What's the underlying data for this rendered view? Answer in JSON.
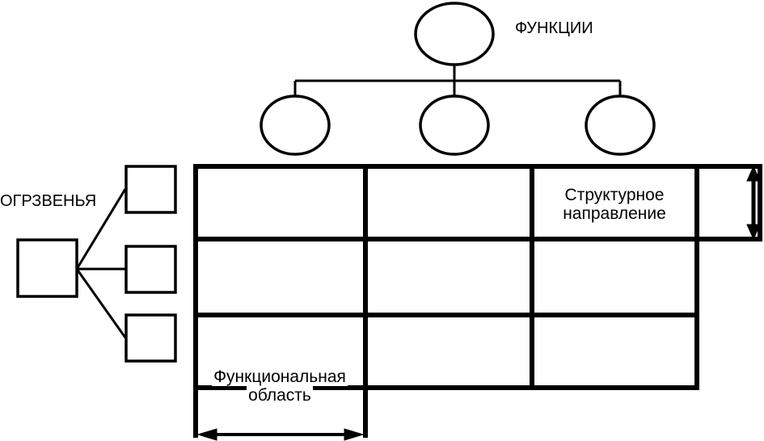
{
  "labels": {
    "functions": "ФУНКЦИИ",
    "org_units": "ОГРЗВЕНЬЯ",
    "structural_direction_line1": "Структурное",
    "structural_direction_line2": "направление",
    "functional_area_line1": "Функциональная",
    "functional_area_line2": "область"
  },
  "colors": {
    "stroke": "#000000",
    "background": "#ffffff"
  }
}
